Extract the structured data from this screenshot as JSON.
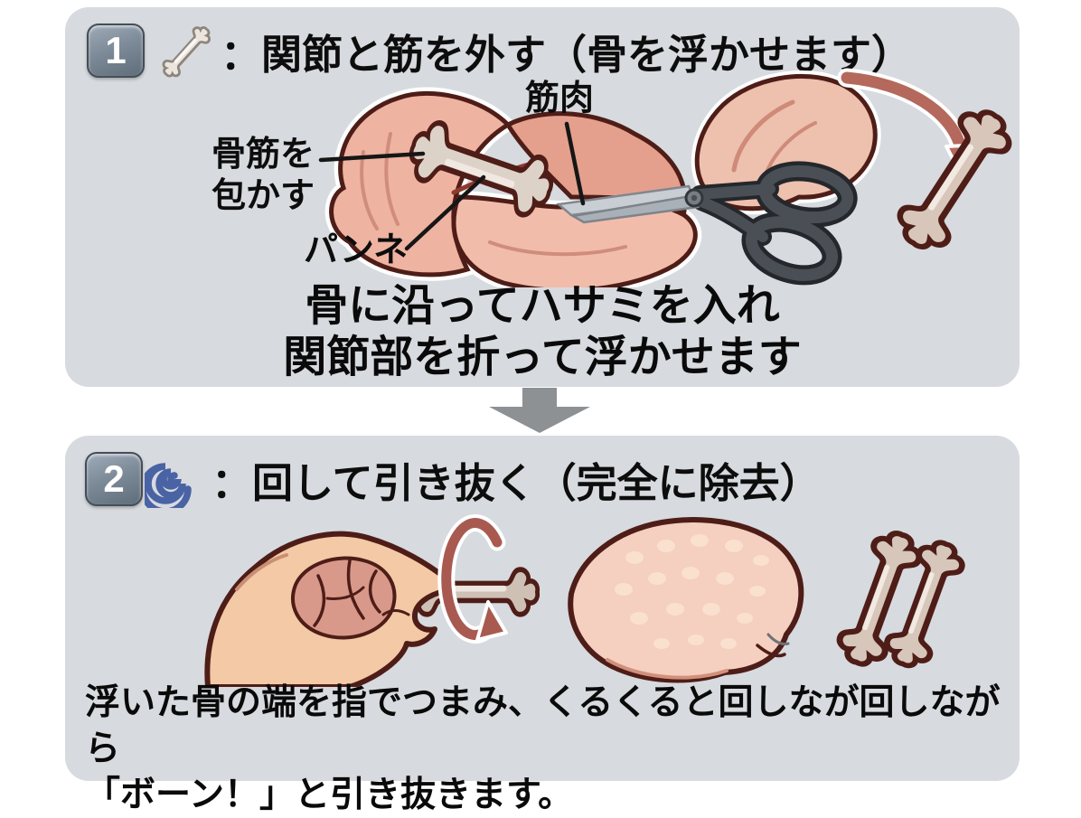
{
  "step1": {
    "badge": "1",
    "icon": "bone-icon",
    "title": "：関節と筋を外す（骨を浮かせます）",
    "label_muscle": "筋肉",
    "label_tendon_line1": "骨筋を",
    "label_tendon_line2": "包かす",
    "label_panne": "パンネ",
    "caption_line1": "骨に沿ってハサミを入れ",
    "caption_line2": "関節部を折って浮かせます"
  },
  "connector": {
    "type": "down-arrow"
  },
  "step2": {
    "badge": "2",
    "icon": "spiral-icon",
    "title": "：回して引き抜く（完全に除去）",
    "caption_line1": "浮いた骨の端を指でつまみ、くるくると回しなが回しながら",
    "caption_line2": "「ボーン！」と引き抜きます。"
  },
  "colors": {
    "page_bg": "#ffffff",
    "panel_bg": "#d7dade",
    "text": "#0d0d0d",
    "badge_gray": "#75828f",
    "connector_gray": "#8e9194",
    "outline_maroon": "#4e1d17",
    "meat_pink": "#efb3a1",
    "bone_tan": "#d8c6ba",
    "arrow_red": "#b4695c",
    "spiral_blue": "#4a63a4",
    "skin": "#f3c9a6",
    "scissors_dark": "#4a4f55"
  }
}
